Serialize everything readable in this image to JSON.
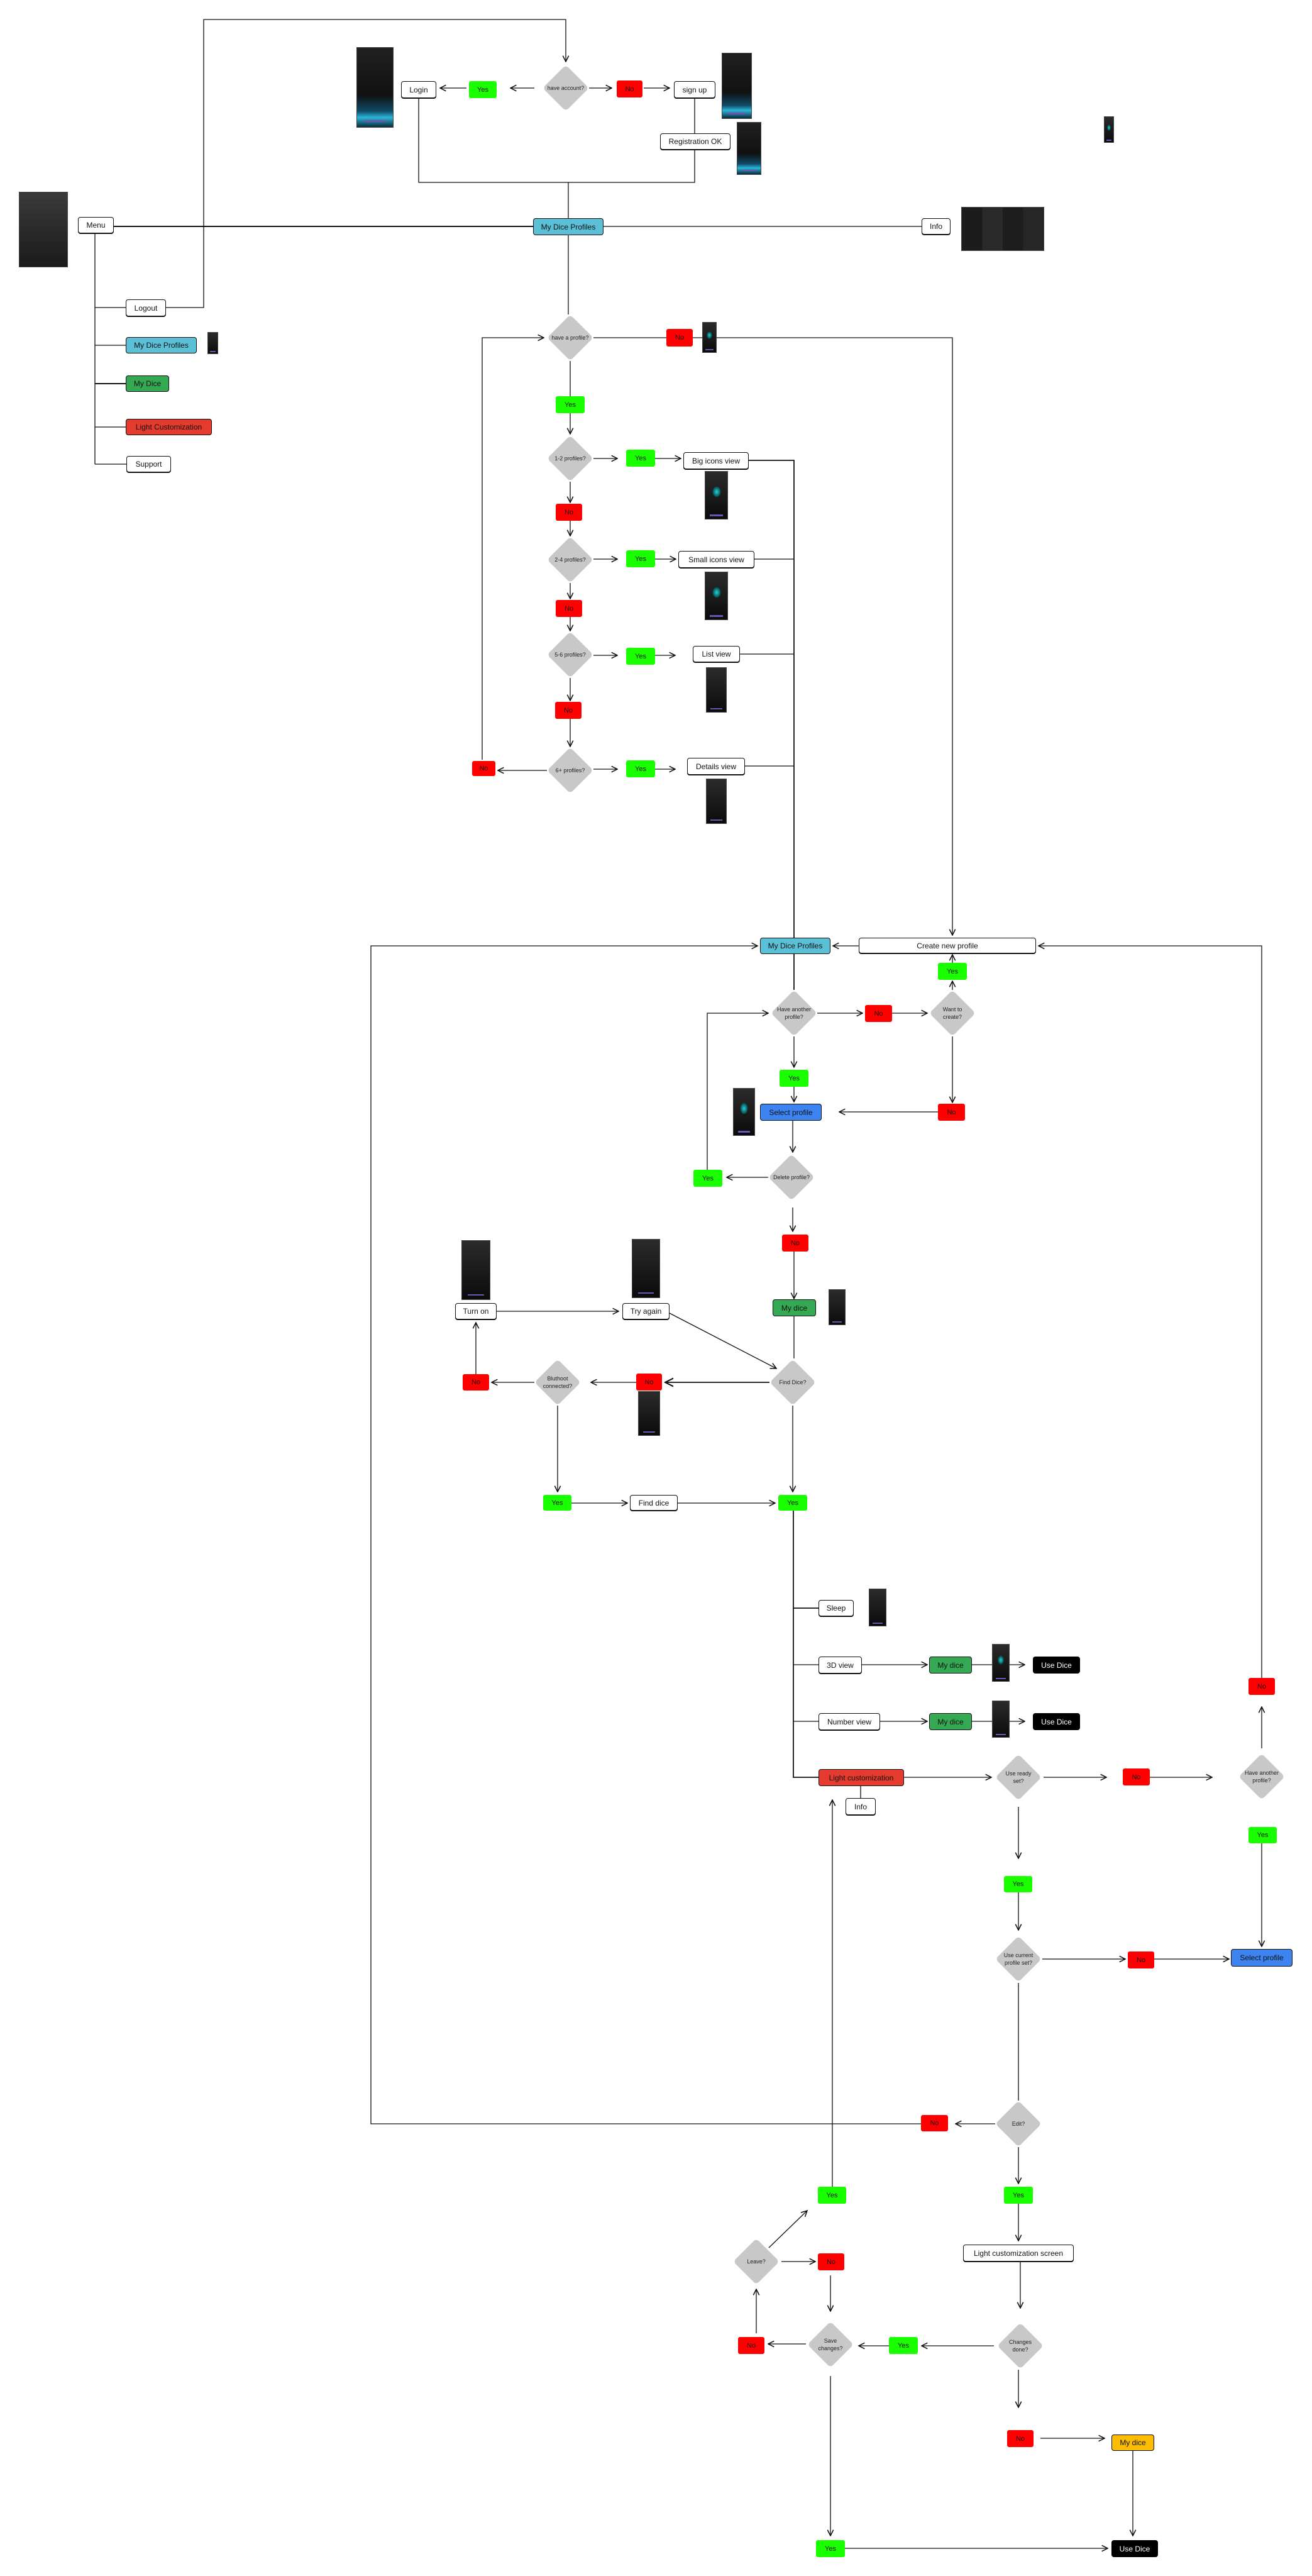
{
  "auth": {
    "have_account": "have account?",
    "yes": "Yes",
    "login": "Login",
    "no": "No",
    "sign_up": "sign up",
    "registration_ok": "Registration OK"
  },
  "menu": {
    "menu": "Menu",
    "logout": "Logout",
    "my_dice_profiles": "My Dice Profiles",
    "my_dice": "My Dice",
    "light_customization": "Light Customization",
    "support": "Support"
  },
  "main": {
    "my_dice_profiles": "My Dice Profiles",
    "info": "Info"
  },
  "profile_check": {
    "have_profile": "have a profile?",
    "no": "No",
    "yes": "Yes",
    "q1": "1-2 profiles?",
    "yes1": "Yes",
    "big_icons": "Big icons view",
    "no1": "No",
    "q2": "2-4 profiles?",
    "yes2": "Yes",
    "small_icons": "Small icons  view",
    "no2": "No",
    "q3": "5-6 profiles?",
    "yes3": "Yes",
    "list": "List view",
    "no3": "No",
    "q4": "6+ profiles?",
    "yes4": "Yes",
    "details": "Details view",
    "no4": "No"
  },
  "manage": {
    "my_dice_profiles": "My Dice Profiles",
    "create_new": "Create new profile",
    "yes_create": "Yes",
    "have_another": "Have another profile?",
    "no_another": "No",
    "want_create": "Want to create?",
    "yes_another": "Yes",
    "select": "Select profile",
    "no_want": "No",
    "delete": "Delete profile?",
    "yes_delete": "Yes",
    "no_delete": "No",
    "my_dice": "My dice"
  },
  "connect": {
    "turn_on": "Turn on",
    "try_again": "Try again",
    "find_dice_q": "Find Dice?",
    "no_find": "No",
    "bluetooth": "Bluthoot connected?",
    "no_bt": "No",
    "yes_bt": "Yes",
    "find_dice": "Find dice",
    "yes_find": "Yes"
  },
  "views": {
    "sleep": "Sleep",
    "view_3d": "3D view",
    "my_dice_3d": "My dice",
    "use_dice_3d": "Use Dice",
    "number_view": "Number view",
    "my_dice_num": "My dice",
    "use_dice_num": "Use Dice",
    "light": "Light customization",
    "info": "Info"
  },
  "light_flow": {
    "use_ready": "Use ready set?",
    "no_ready": "No",
    "have_another": "Have another profile?",
    "no_another": "No",
    "yes_another": "Yes",
    "yes_ready": "Yes",
    "use_current": "Use current profile set?",
    "no_current": "No",
    "select": "Select profile",
    "edit": "Edit?",
    "no_edit": "No",
    "yes_edit": "Yes",
    "yes_leave": "Yes",
    "screen": "Light customization screen",
    "leave": "Leave?",
    "no_leave": "No",
    "save": "Save changes?",
    "no_save": "No",
    "yes_changes": "Yes",
    "changes": "Changes done?",
    "no_changes": "No",
    "my_dice": "My dice",
    "yes_save": "Yes",
    "use_dice": "Use Dice"
  },
  "colors": {
    "yes": "#1aff00",
    "no": "#ff0000",
    "decision": "#c8c8c8",
    "profiles": "#5bc0d6",
    "dice": "#34a853",
    "light": "#e53a2e",
    "select": "#3d84f0",
    "use_dice": "#000000",
    "my_dice_final": "#fbbc05"
  }
}
